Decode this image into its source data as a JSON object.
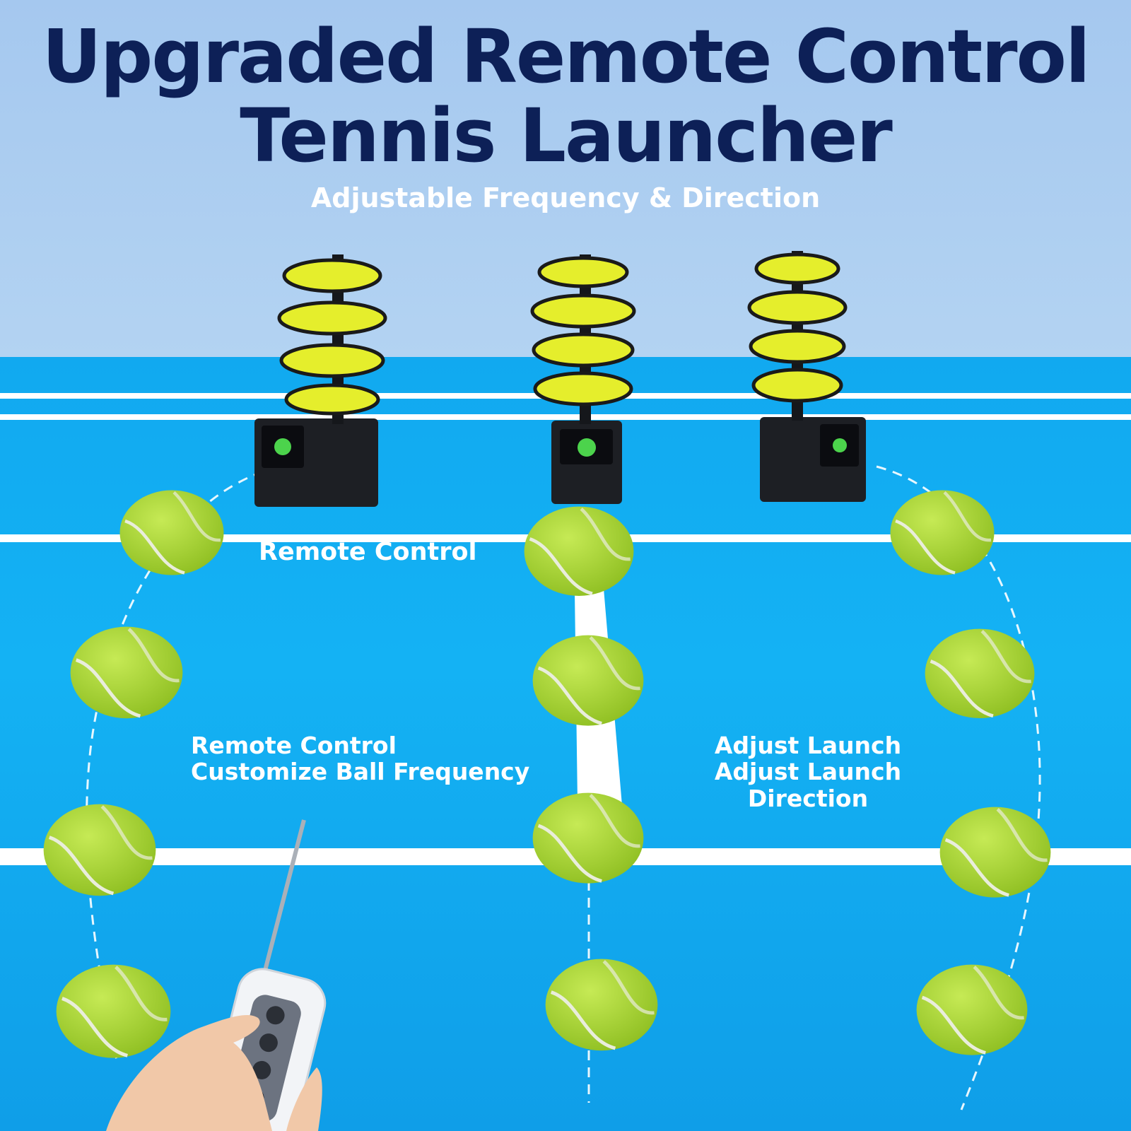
{
  "title": {
    "line1": "Upgraded Remote Control",
    "line2": "Tennis Launcher"
  },
  "subtitle": "Adjustable Frequency & Direction",
  "labels": {
    "remote_control": "Remote Control",
    "left_feature_line1": "Remote Control",
    "left_feature_line2": "Customize Ball Frequency",
    "right_feature_line1": "Adjust Launch",
    "right_feature_line2": "Adjust Launch Direction"
  },
  "colors": {
    "title": "#0d2057",
    "court": "#12aaf0",
    "ball": "#b4e03a",
    "sky": "#a9cdf0"
  },
  "illustration": {
    "launchers": 3,
    "balls": 12,
    "icons": [
      "tennis-launcher-icon",
      "tennis-ball-icon",
      "remote-control-icon",
      "hand-icon"
    ]
  }
}
